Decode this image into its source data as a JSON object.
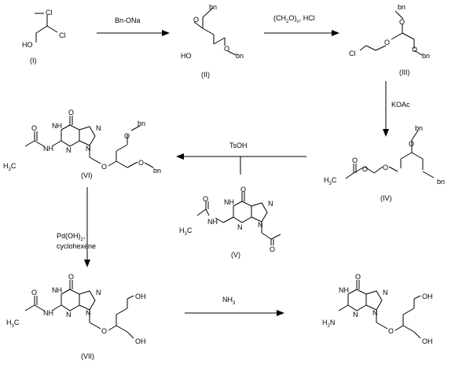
{
  "scheme": {
    "compound_labels": [
      "(I)",
      "(II)",
      "(III)",
      "(IV)",
      "(V)",
      "(VI)",
      "(VII)"
    ],
    "reagents": {
      "step1": "Bn-ONa",
      "step2_prefix": "(CH",
      "step2_sub1": "2",
      "step2_mid": "O)",
      "step2_sub2": "n",
      "step2_suffix": ", HCl",
      "step3": "KOAc",
      "step4": "TsOH",
      "step5_line1_prefix": "Pd(OH)",
      "step5_line1_sub": "2",
      "step5_line1_suffix": ",",
      "step5_line2": "cyclohexene",
      "step6_prefix": "NH",
      "step6_sub": "3"
    },
    "atoms": {
      "cl": "Cl",
      "ho": "HO",
      "oh": "OH",
      "o": "O",
      "bn": "bn",
      "n": "N",
      "nh": "NH",
      "h": "H",
      "h3c": "H",
      "h3c_sub": "3",
      "c": "C",
      "h2n": "H",
      "h2n_sub": "2"
    }
  }
}
